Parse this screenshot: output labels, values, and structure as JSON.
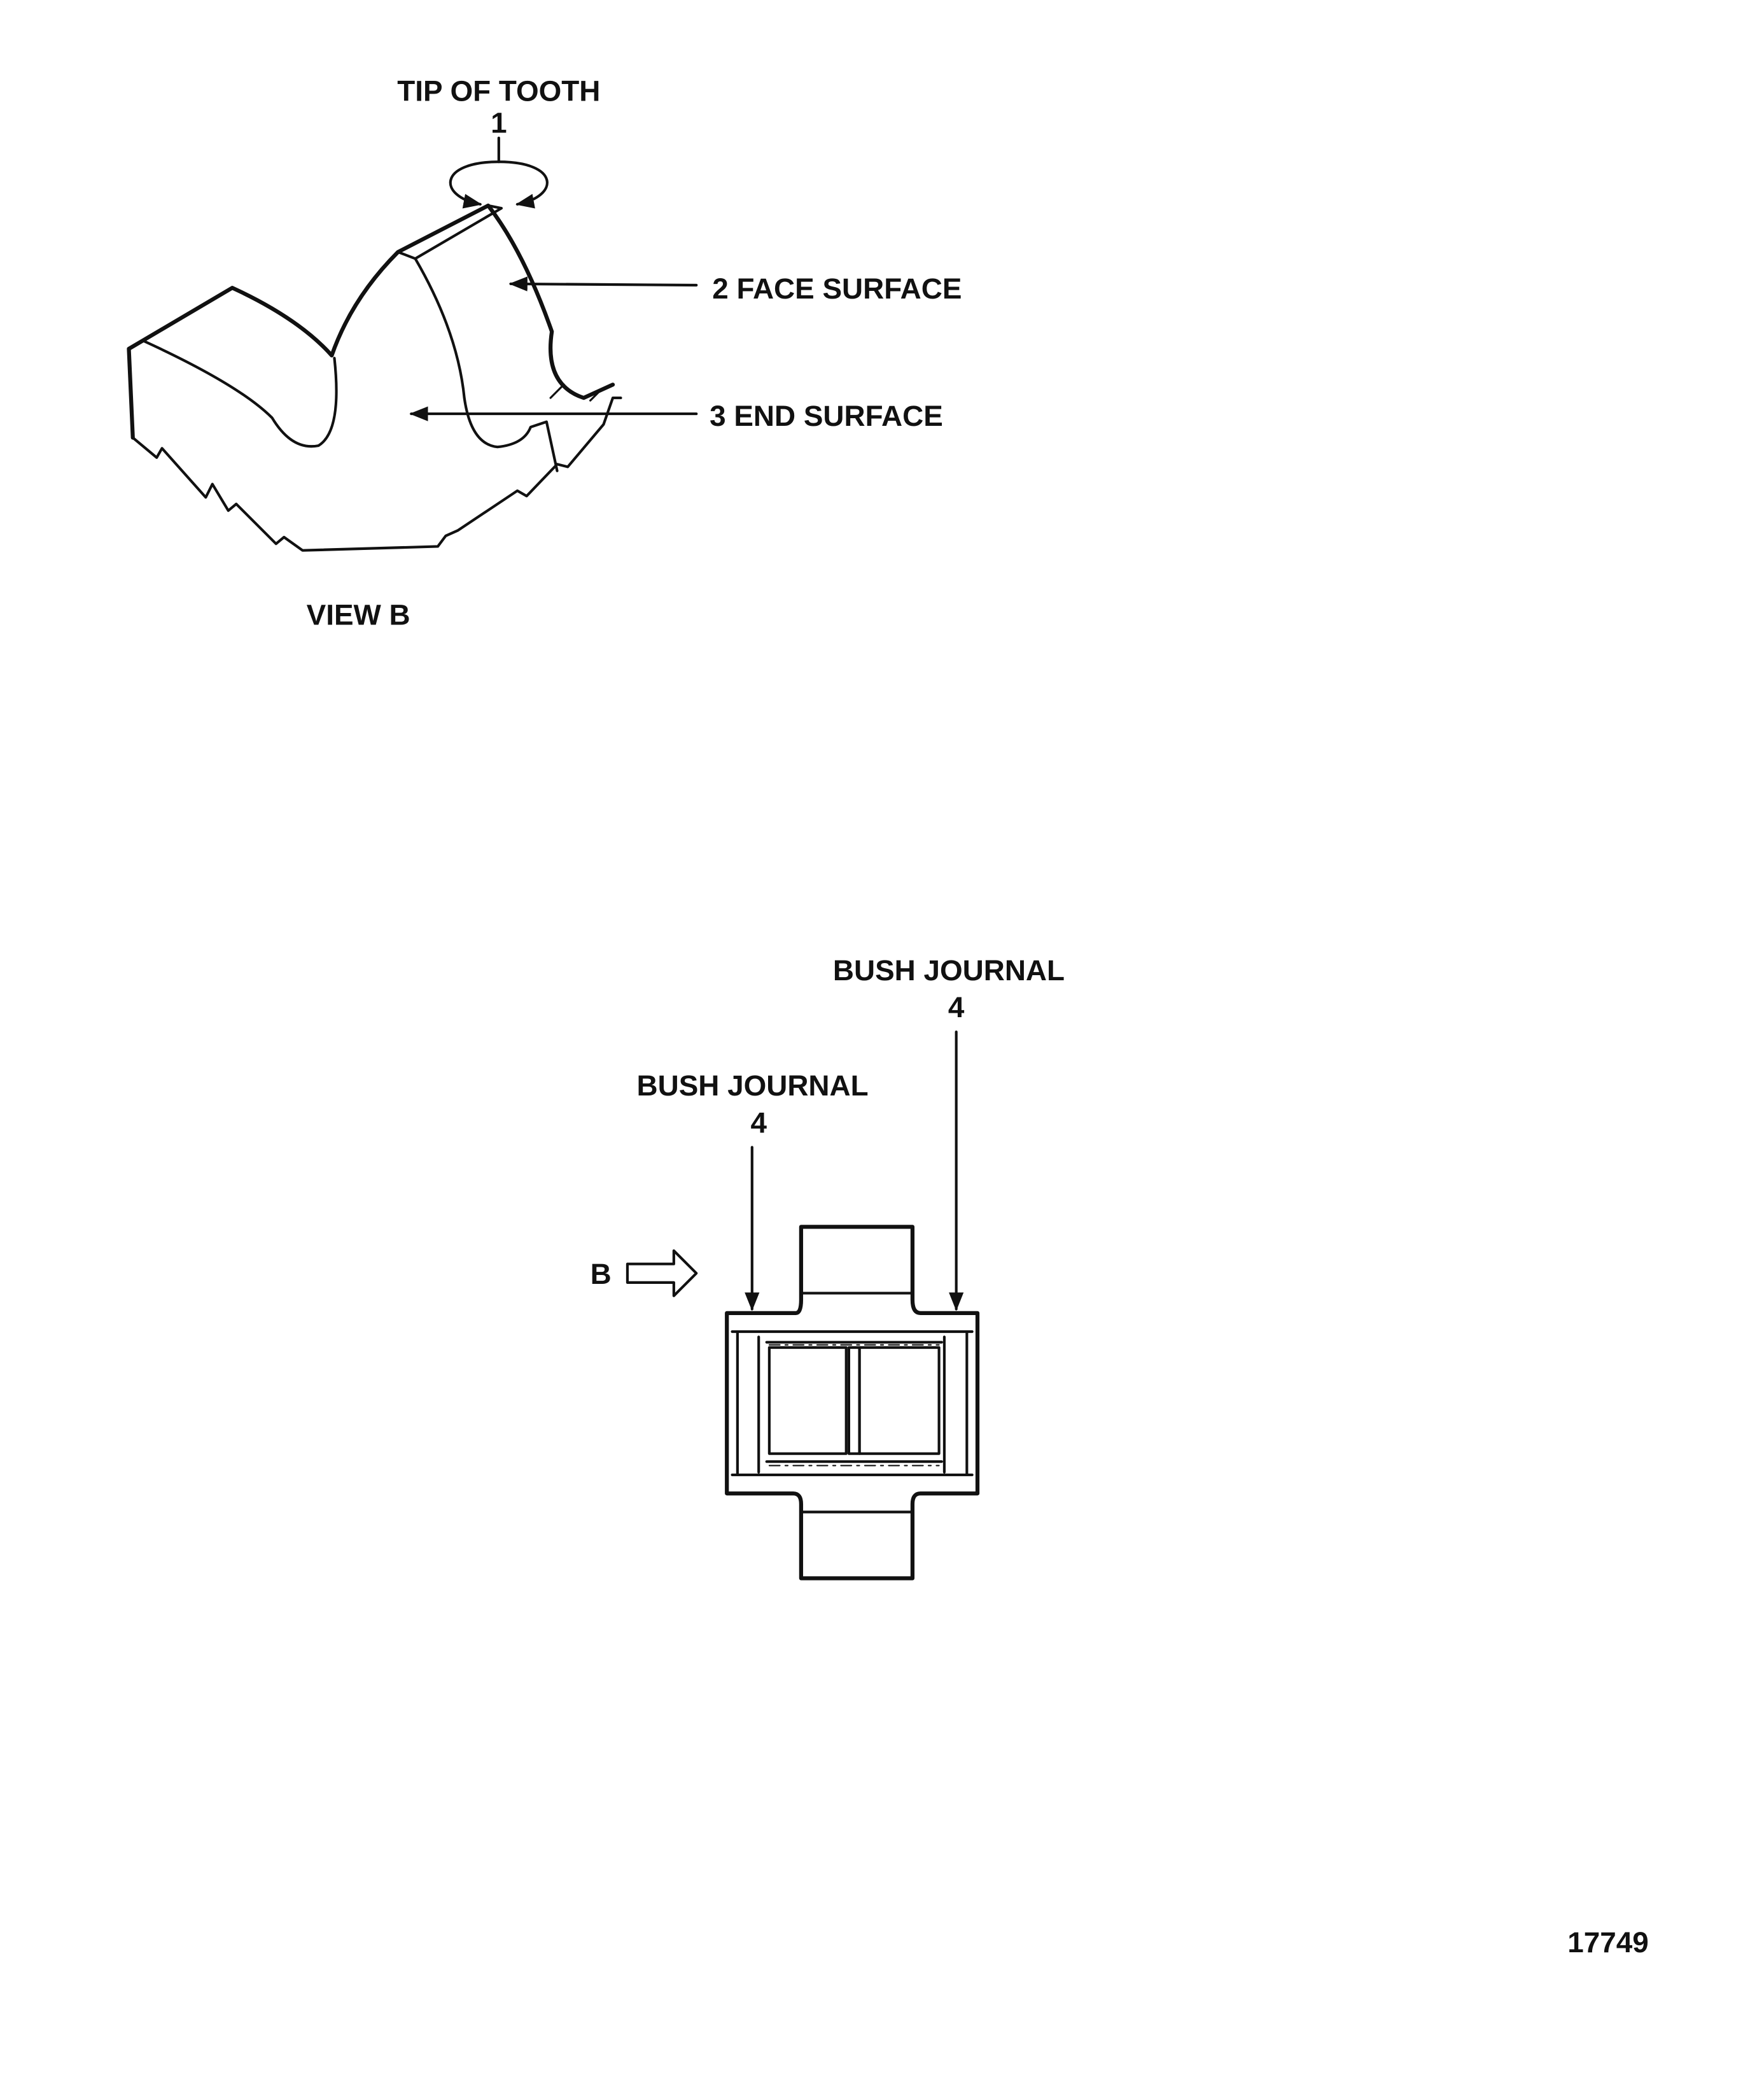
{
  "view_b": {
    "tip_label": "TIP OF TOOTH",
    "tip_number": "1",
    "face_label": "2 FACE SURFACE",
    "end_label": "3 END SURFACE",
    "caption": "VIEW B"
  },
  "gear_side": {
    "bush_journal_right_label": "BUSH JOURNAL",
    "bush_journal_right_number": "4",
    "bush_journal_left_label": "BUSH JOURNAL",
    "bush_journal_left_number": "4",
    "view_arrow_label": "B"
  },
  "figure_number": "17749"
}
